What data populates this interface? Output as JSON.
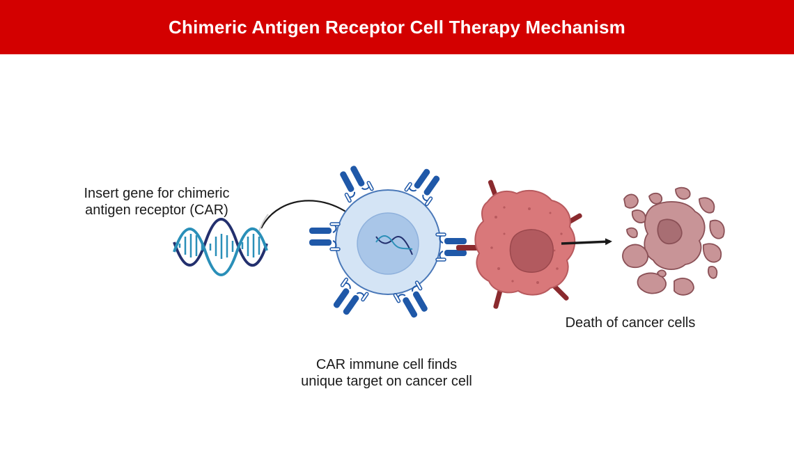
{
  "header": {
    "title": "Chimeric Antigen Receptor Cell Therapy Mechanism",
    "background_color": "#d30000"
  },
  "labels": {
    "insert_gene": [
      "Insert gene for chimeric",
      "antigen receptor (CAR)"
    ],
    "car_cell": [
      "CAR immune cell finds",
      "unique target on cancer cell"
    ],
    "death": "Death of cancer cells"
  },
  "colors": {
    "dna_blue": "#2a8fb8",
    "dna_navy": "#23306e",
    "immune_cell_fill": "#cfe0f3",
    "immune_cell_outline": "#4a78b8",
    "receptor_blue": "#1f58a8",
    "cancer_cell_fill": "#d9787a",
    "cancer_nucleus": "#b25a5f",
    "antigen_dark_red": "#8a2a2e",
    "debris_fill": "#c89497"
  },
  "icons": [
    "dna-strand-icon",
    "arrow-icon",
    "immune-cell-icon",
    "cancer-cell-icon",
    "dead-cell-debris-icon"
  ]
}
